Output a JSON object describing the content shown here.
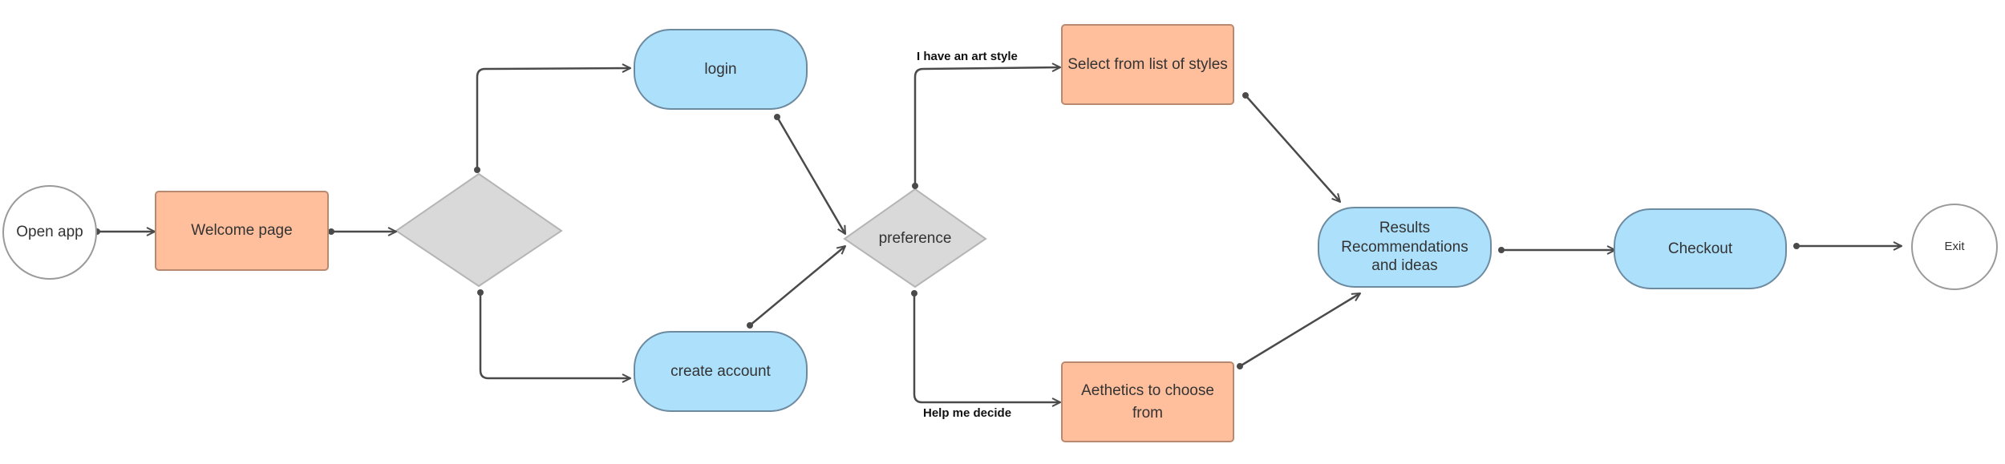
{
  "nodes": {
    "open_app": "Open app",
    "welcome_page": "Welcome page",
    "decision_blank": "",
    "login": "login",
    "create_account": "create account",
    "preference": "preference",
    "select_styles": "Select from list of styles",
    "aesthetics": "Aethetics to choose\nfrom",
    "results": "Results\nRecommendations\nand ideas",
    "checkout": "Checkout",
    "exit": "Exit"
  },
  "edge_labels": {
    "art_style": "I have an art style",
    "help_decide": "Help me decide"
  },
  "colors": {
    "orange_fill": "#ffbf9c",
    "blue_fill": "#ade0fb",
    "diamond_fill": "#d9d9d9",
    "connector": "#4a4a4a"
  }
}
